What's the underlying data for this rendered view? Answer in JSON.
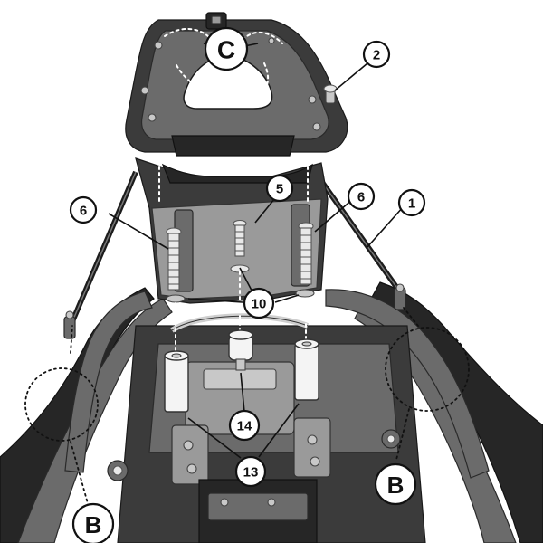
{
  "callouts": {
    "c": "C",
    "n2": "2",
    "n5": "5",
    "n6_left": "6",
    "n6_right": "6",
    "n1": "1",
    "n10": "10",
    "n14": "14",
    "n13": "13",
    "b_left": "B",
    "b_right": "B"
  },
  "colors": {
    "ink": "#111111",
    "metal_dark": "#3b3b3b",
    "metal_mid": "#6b6b6b",
    "metal_light": "#9a9a9a",
    "spacer": "#f4f4f4"
  }
}
